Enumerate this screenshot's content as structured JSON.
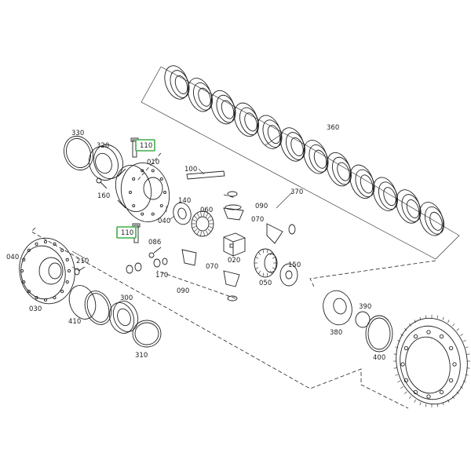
{
  "callouts": {
    "c330": "330",
    "c320": "320",
    "c110a": "110",
    "c010": "010",
    "c100": "100",
    "c160": "160",
    "c140": "140",
    "c060": "060",
    "c040a": "040",
    "c090a": "090",
    "c070a": "070",
    "c110b": "110",
    "c086": "086",
    "c020": "020",
    "c070b": "070",
    "c170": "170",
    "c040b": "040",
    "c210": "210",
    "c090b": "090",
    "c050": "050",
    "c150": "150",
    "c030": "030",
    "c410": "410",
    "c300": "300",
    "c310": "310",
    "c360": "360",
    "c370": "370",
    "c380": "380",
    "c390": "390",
    "c400": "400"
  },
  "highlight_color": "#3fae49"
}
